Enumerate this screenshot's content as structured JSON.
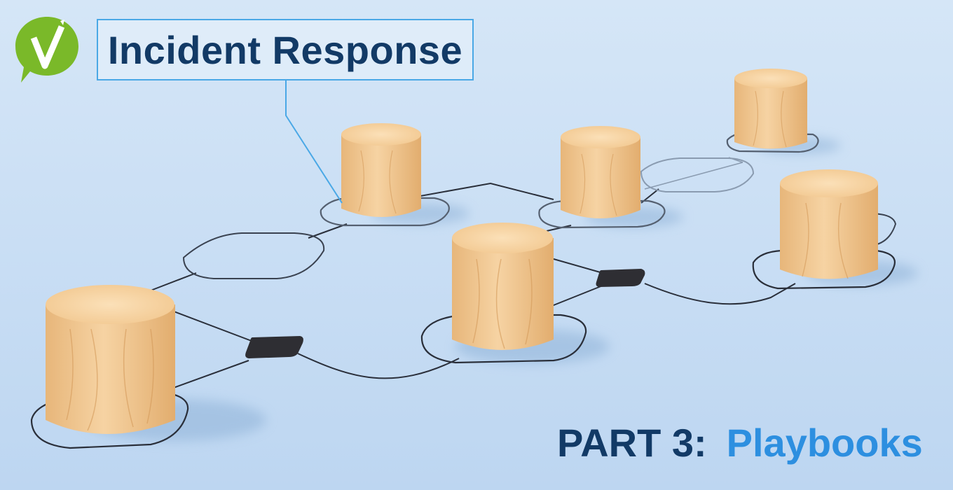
{
  "header": {
    "title": "Incident Response"
  },
  "footer": {
    "part_label": "PART 3:",
    "part_name": "Playbooks"
  },
  "logo": {
    "icon": "checkmark-speech-bubble-icon"
  },
  "colors": {
    "background": "#c9def4",
    "title_text": "#123a66",
    "accent_blue": "#2d8fe0",
    "callout_border": "#4aa8e6",
    "logo_green": "#7ab929",
    "wood": "#f0c58c"
  }
}
